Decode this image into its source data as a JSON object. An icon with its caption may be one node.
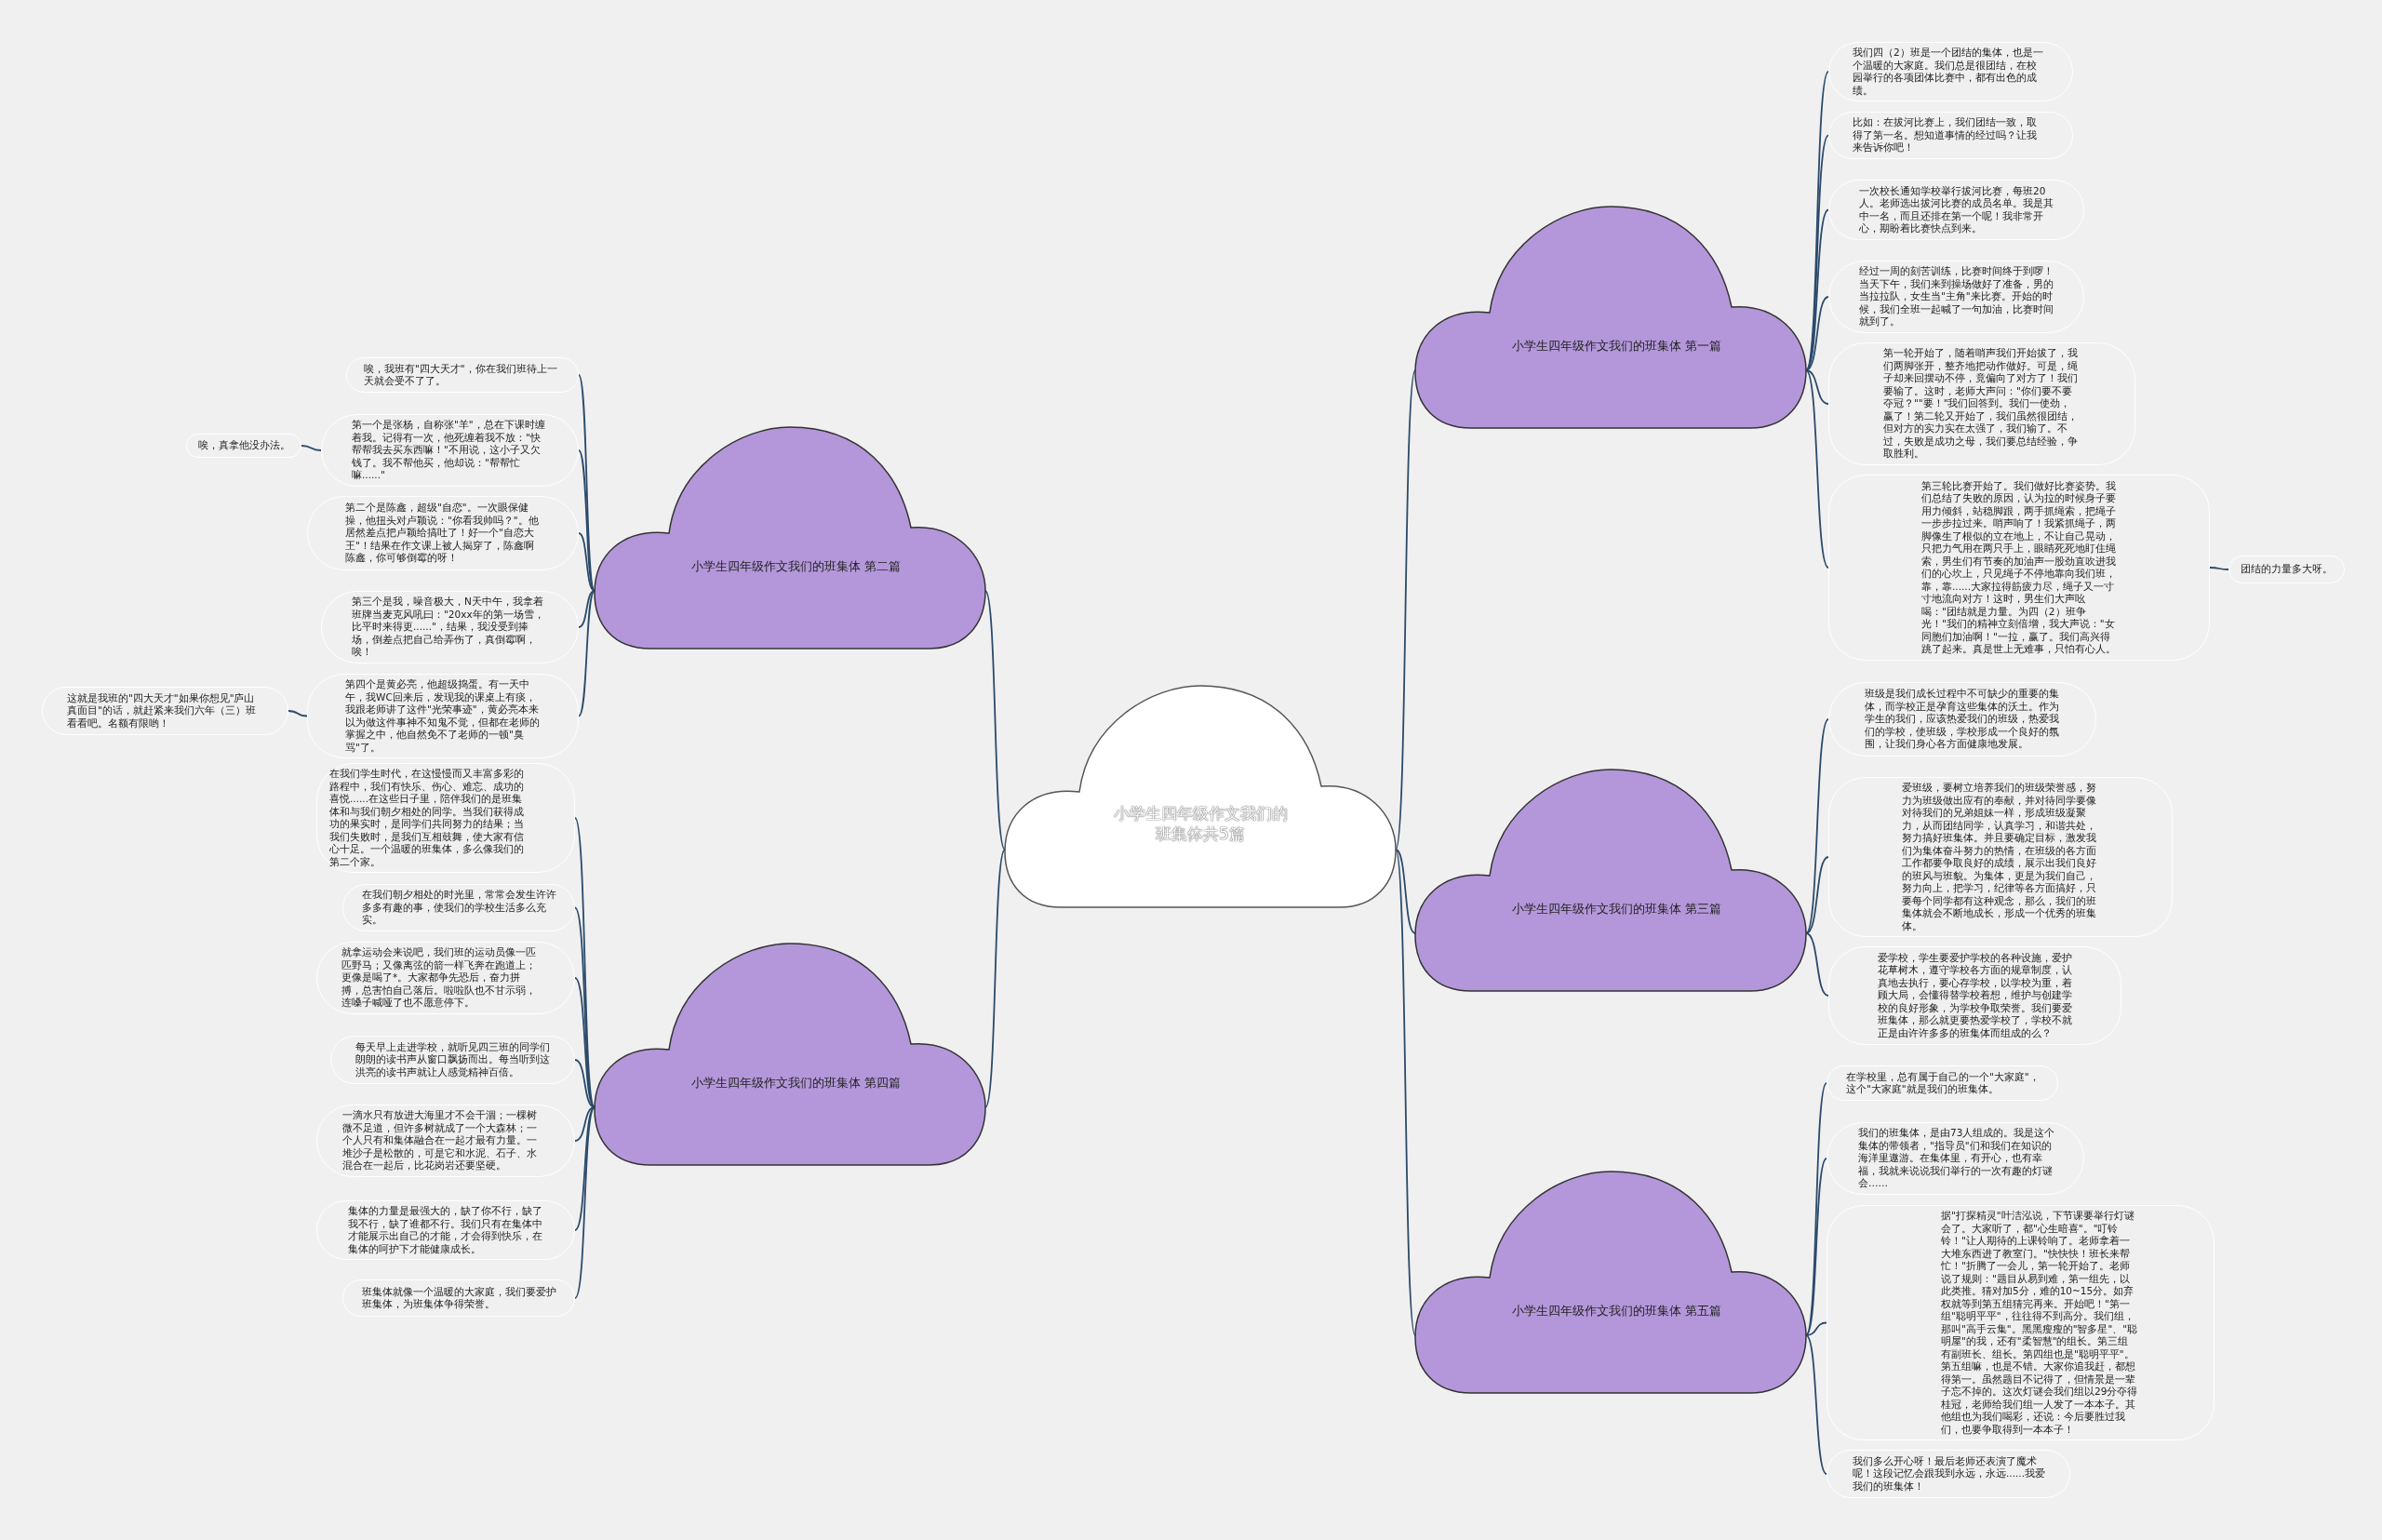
{
  "diagram": {
    "nodes": [
      {
        "text": [
          "小学生四年级作文我们的班集体共5篇"
        ]
      },
      {
        "text": [
          "小学生四年级作文我们的班集体 第一篇"
        ]
      },
      {
        "text": [
          "我们四（2）班是一个团结的集体，也是一个温暖的大家庭。我们总是很团结，在校园举行的各项团体比赛中，都有出色的成绩。"
        ]
      },
      {
        "text": [
          "比如：在拔河比赛上，我们团结一致，取得了第一名。想知道事情的经过吗？让我来告诉你吧！"
        ]
      },
      {
        "text": [
          "一次校长通知学校举行拔河比赛，每班20人。老师选出拔河比赛的成员名单。我是其中一名，而且还排在第一个呢！我非常开心，期盼着比赛快点到来。"
        ]
      },
      {
        "text": [
          "经过一周的刻苦训练，比赛时间终于到啰！当天下午，我们来到操场做好了准备，男的当拉拉队，女生当\"主角\"来比赛。开始的时候，我们全班一起喊了一句加油，比赛时间就到了。"
        ]
      },
      {
        "text": [
          "第一轮开始了，随着哨声我们开始拔了，我们两脚张开，整齐地把动作做好。可是，绳子却来回摆动不停，竟偏向了对方了！我们要输了。这时，老师大声问：\"你们要不要夺冠？\"\"要！\"我们回答到。我们一使劲，赢了！第二轮又开始了，我们虽然很团结，但对方的实力实在太强了，我们输了。不过，失败是成功之母，我们要总结经验，争取胜利。"
        ]
      },
      {
        "text": [
          "第三轮比赛开始了。我们做好比赛姿势。我们总结了失败的原因，认为拉的时候身子要用力倾斜，站稳脚跟，两手抓绳索，把绳子一步步拉过来。哨声响了！我紧抓绳子，两脚像生了根似的立在地上，不让自己晃动，只把力气用在两只手上，眼睛死死地盯住绳索，男生们有节奏的加油声一股劲直吹进我们的心坎上，只见绳子不停地靠向我们班，靠，靠......大家拉得筋疲力尽，绳子又一寸寸地流向对方！这时，男生们大声吆喝：\"团结就是力量。为四（2）班争光！\"我们的精神立刻倍增，我大声说：\"女同胞们加油啊！\"一拉，赢了。我们高兴得跳了起来。真是世上无难事，只怕有心人。"
        ]
      },
      {
        "text": [
          "团结的力量多大呀。"
        ]
      },
      {
        "text": [
          "小学生四年级作文我们的班集体 第二篇"
        ]
      },
      {
        "text": [
          "唉，我班有\"四大天才\"，你在我们班待上一天就会受不了了。"
        ]
      },
      {
        "text": [
          "第一个是张杨，自称张\"羊\"，总在下课时缠着我。记得有一次，他死缠着我不放：\"快帮帮我去买东西嘛！\"不用说，这小子又欠钱了。我不帮他买，他却说：\"帮帮忙嘛......\""
        ]
      },
      {
        "text": [
          "第二个是陈鑫，超级\"自恋\"。一次眼保健操，他扭头对卢颖说：\"你看我帅吗？\"。他居然差点把卢颖给搞吐了！好一个\"自恋大王\"！结果在作文课上被人揭穿了，陈鑫啊陈鑫，你可够倒霉的呀！"
        ]
      },
      {
        "text": [
          "第三个是我，噪音极大，N天中午，我拿着班牌当麦克风吼曰：\"20xx年的第一场雪，比平时来得更......\"，结果，我没受到捧场，倒差点把自己给弄伤了，真倒霉啊，唉！"
        ]
      },
      {
        "text": [
          "第四个是黄必亮，他超级捣蛋。有一天中午，我WC回来后，发现我的课桌上有痰，我跟老师讲了这件\"光荣事迹\"，黄必亮本来以为做这件事神不知鬼不觉，但都在老师的掌握之中，他自然免不了老师的一顿\"臭骂\"了。"
        ]
      },
      {
        "text": [
          "唉，真拿他没办法。"
        ]
      },
      {
        "text": [
          "这就是我班的\"四大天才\"如果你想见\"庐山真面目\"的话，就赶紧来我们六年（三）班看看吧。名额有限哟！"
        ]
      },
      {
        "text": [
          "小学生四年级作文我们的班集体 第三篇"
        ]
      },
      {
        "text": [
          "班级是我们成长过程中不可缺少的重要的集体，而学校正是孕育这些集体的沃土。作为学生的我们，应该热爱我们的班级，热爱我们的学校，使班级，学校形成一个良好的氛围，让我们身心各方面健康地发展。"
        ]
      },
      {
        "text": [
          "爱班级，要树立培养我们的班级荣誉感，努力为班级做出应有的奉献，并对待同学要像对待我们的兄弟姐妹一样，形成班级凝聚力，从而团结同学，认真学习，和谐共处，努力搞好班集体。并且要确定目标，激发我们为集体奋斗努力的热情，在班级的各方面工作都要争取良好的成绩，展示出我们良好的班风与班貌。为集体，更是为我们自己，努力向上，把学习，纪律等各方面搞好，只要每个同学都有这种观念，那么，我们的班集体就会不断地成长，形成一个优秀的班集体。"
        ]
      },
      {
        "text": [
          "爱学校，学生要爱护学校的各种设施，爱护花草树木，遵守学校各方面的规章制度，认真地去执行，要心存学校，以学校为重，着顾大局，会懂得替学校着想，维护与创建学校的良好形象，为学校争取荣誉。我们要爱班集体，那么就更要热爱学校了，学校不就正是由许许多多的班集体而组成的么？"
        ]
      },
      {
        "text": [
          "小学生四年级作文我们的班集体 第四篇"
        ]
      },
      {
        "text": [
          "在我们学生时代，在这慢慢而又丰富多彩的路程中，我们有快乐、伤心、难忘、成功的喜悦......在这些日子里，陪伴我们的是班集体和与我们朝夕相处的同学。当我们获得成功的果实时，是同学们共同努力的结果；当我们失败时，是我们互相鼓舞，使大家有信心十足。一个温暖的班集体，多么像我们的第二个家。"
        ]
      },
      {
        "text": [
          "在我们朝夕相处的时光里，常常会发生许许多多有趣的事，使我们的学校生活多么充实。"
        ]
      },
      {
        "text": [
          "就拿运动会来说吧，我们班的运动员像一匹匹野马；又像离弦的箭一样飞奔在跑道上；更像是喝了*。大家都争先恐后，奋力拼搏，总害怕自己落后。啦啦队也不甘示弱，连嗓子喊哑了也不愿意停下。"
        ]
      },
      {
        "text": [
          "每天早上走进学校，就听见四三班的同学们朗朗的读书声从窗口飘扬而出。每当听到这洪亮的读书声就让人感觉精神百倍。"
        ]
      },
      {
        "text": [
          "一滴水只有放进大海里才不会干涸；一棵树微不足道，但许多树就成了一个大森林；一个人只有和集体融合在一起才最有力量。一堆沙子是松散的，可是它和水泥、石子、水混合在一起后，比花岗岩还要坚硬。"
        ]
      },
      {
        "text": [
          "集体的力量是最强大的，缺了你不行，缺了我不行，缺了谁都不行。我们只有在集体中才能展示出自己的才能，才会得到快乐，在集体的呵护下才能健康成长。"
        ]
      },
      {
        "text": [
          "班集体就像一个温暖的大家庭，我们要爱护班集体，为班集体争得荣誉。"
        ]
      },
      {
        "text": [
          "小学生四年级作文我们的班集体 第五篇"
        ]
      },
      {
        "text": [
          "在学校里，总有属于自己的一个\"大家庭\"，这个\"大家庭\"就是我们的班集体。"
        ]
      },
      {
        "text": [
          "我们的班集体，是由73人组成的。我是这个集体的带领者，\"指导员\"们和我们在知识的海洋里遨游。在集体里，有开心，也有幸福，我就来说说我们举行的一次有趣的灯谜会……"
        ]
      },
      {
        "text": [
          "据\"打探精灵\"叶洁泓说，下节课要举行灯谜会了。大家听了，都\"心生暗喜\"。\"叮铃铃！\"让人期待的上课铃响了。老师拿着一大堆东西进了教室门。\"快快快！班长来帮忙！\"折腾了一会儿，第一轮开始了。老师说了规则：\"题目从易到难，第一组先，以此类推。猜对加5分，难的10~15分。如弃权就等到第五组猜完再来。开始吧！\"第一组\"聪明平平\"，往往得不到高分。我们组，那叫\"高手云集\"。黑黑瘦瘦的\"智多星\"、\"聪明屋\"的我，还有\"柔智慧\"的组长。第三组有副班长、组长。第四组也是\"聪明平平\"。第五组嘛，也是不错。大家你追我赶，都想得第一。虽然题目不记得了，但情景是一辈子忘不掉的。这次灯谜会我们组以29分夺得桂冠，老师给我们组一人发了一本本子。其他组也为我们喝彩，还说：今后要胜过我们，也要争取得到一本本子！"
        ]
      },
      {
        "text": [
          "我们多么开心呀！最后老师还表演了魔术呢！这段记忆会跟我到永远，永远......我爱我们的班集体！"
        ]
      }
    ],
    "edges": [
      {
        "from": 0,
        "to": 1,
        "arrow": "none"
      },
      {
        "from": 0,
        "to": 9,
        "arrow": "none"
      },
      {
        "from": 0,
        "to": 17,
        "arrow": "none"
      },
      {
        "from": 0,
        "to": 21,
        "arrow": "none"
      },
      {
        "from": 0,
        "to": 29,
        "arrow": "none"
      },
      {
        "from": 1,
        "to": 2,
        "arrow": "none"
      },
      {
        "from": 1,
        "to": 3,
        "arrow": "none"
      },
      {
        "from": 1,
        "to": 4,
        "arrow": "none"
      },
      {
        "from": 1,
        "to": 5,
        "arrow": "none"
      },
      {
        "from": 1,
        "to": 6,
        "arrow": "none"
      },
      {
        "from": 1,
        "to": 7,
        "arrow": "none"
      },
      {
        "from": 7,
        "to": 8,
        "arrow": "none"
      },
      {
        "from": 9,
        "to": 10,
        "arrow": "none"
      },
      {
        "from": 9,
        "to": 11,
        "arrow": "none"
      },
      {
        "from": 9,
        "to": 12,
        "arrow": "none"
      },
      {
        "from": 9,
        "to": 13,
        "arrow": "none"
      },
      {
        "from": 9,
        "to": 14,
        "arrow": "none"
      },
      {
        "from": 11,
        "to": 15,
        "arrow": "none"
      },
      {
        "from": 14,
        "to": 16,
        "arrow": "none"
      },
      {
        "from": 17,
        "to": 18,
        "arrow": "none"
      },
      {
        "from": 17,
        "to": 19,
        "arrow": "none"
      },
      {
        "from": 17,
        "to": 20,
        "arrow": "none"
      },
      {
        "from": 21,
        "to": 22,
        "arrow": "none"
      },
      {
        "from": 21,
        "to": 23,
        "arrow": "none"
      },
      {
        "from": 21,
        "to": 24,
        "arrow": "none"
      },
      {
        "from": 21,
        "to": 25,
        "arrow": "none"
      },
      {
        "from": 21,
        "to": 26,
        "arrow": "none"
      },
      {
        "from": 21,
        "to": 27,
        "arrow": "none"
      },
      {
        "from": 21,
        "to": 28,
        "arrow": "none"
      },
      {
        "from": 29,
        "to": 30,
        "arrow": "none"
      },
      {
        "from": 29,
        "to": 31,
        "arrow": "none"
      },
      {
        "from": 29,
        "to": 32,
        "arrow": "none"
      },
      {
        "from": 29,
        "to": 33,
        "arrow": "none"
      }
    ]
  }
}
